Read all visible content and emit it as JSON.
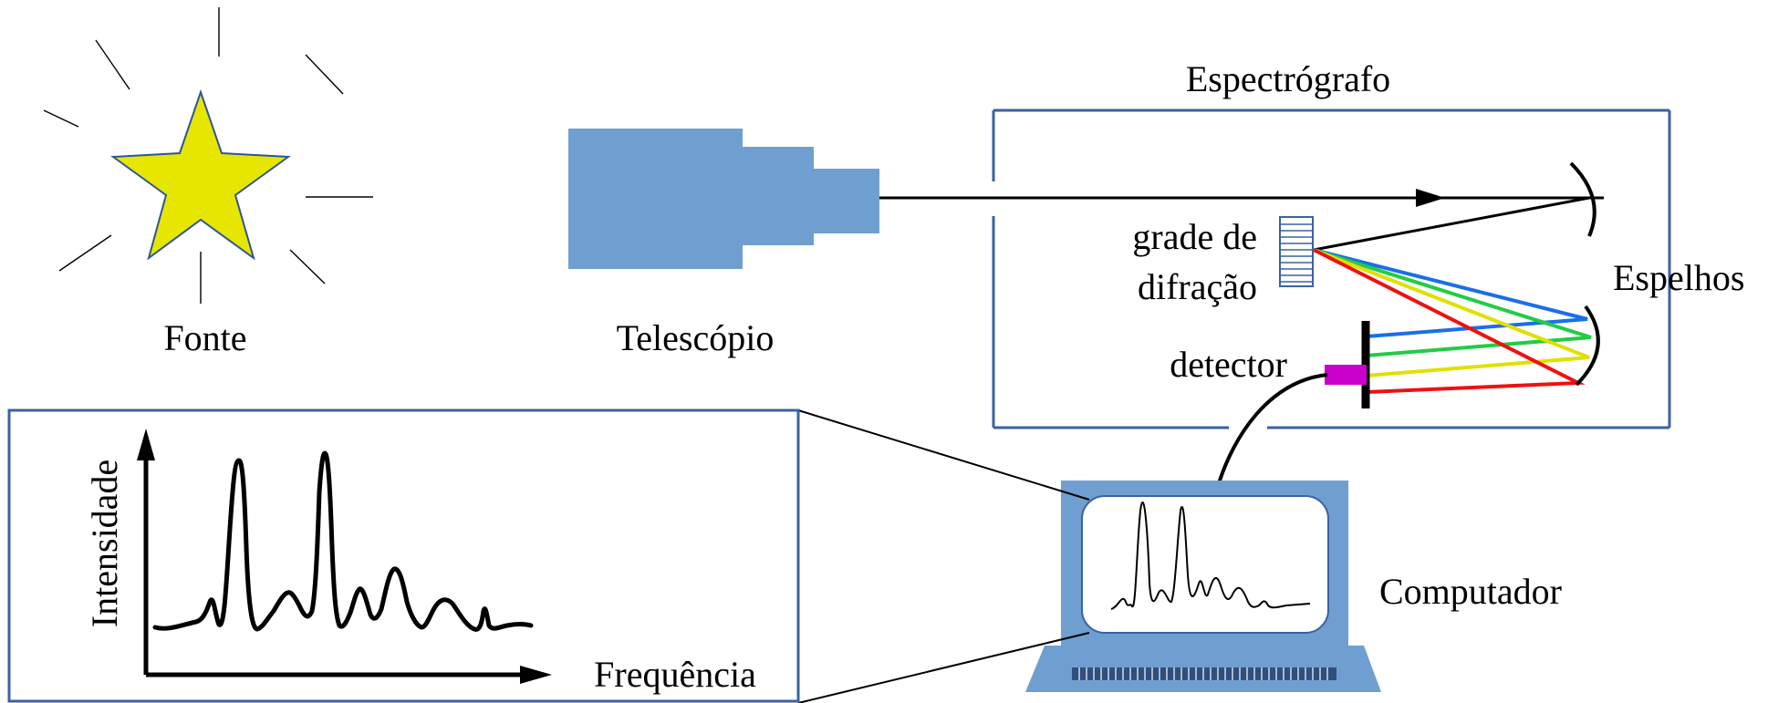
{
  "labels": {
    "source": "Fonte",
    "telescope": "Telescópio",
    "spectrograph": "Espectrógrafo",
    "grating_line1": "grade de",
    "grating_line2": "difração",
    "mirrors": "Espelhos",
    "detector": "detector",
    "computer": "Computador",
    "y_axis": "Intensidade",
    "x_axis": "Frequência"
  },
  "colors": {
    "star_fill": "#e6e600",
    "telescope": "#6f9fd0",
    "box_border": "#3a62a0",
    "detector_connector": "#cc00cc",
    "ray_blue": "#1a6fe8",
    "ray_green": "#22cc44",
    "ray_yellow": "#e0e000",
    "ray_red": "#ee1111"
  },
  "icons": {
    "star": "star-icon",
    "telescope": "telescope-icon",
    "grating": "diffraction-grating-icon",
    "mirror": "mirror-icon",
    "detector": "detector-icon",
    "computer": "computer-icon"
  }
}
